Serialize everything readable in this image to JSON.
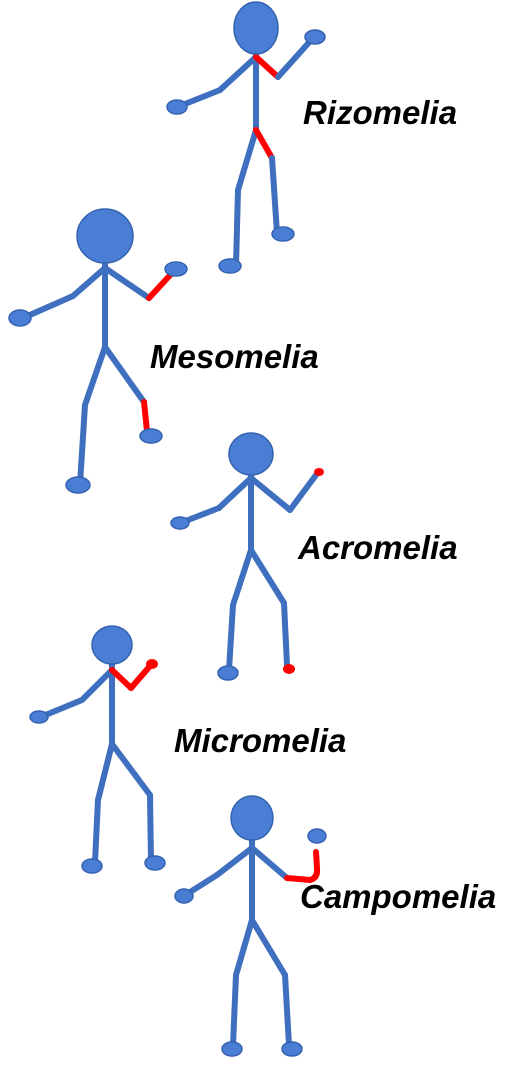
{
  "colors": {
    "figure_fill": "#4a7ed4",
    "figure_outline": "#3563b0",
    "limb": "#3f6fbf",
    "highlight": "#ff0000",
    "text": "#000000"
  },
  "figures": [
    {
      "label": "Rizomelia",
      "affected_segment": "proximal"
    },
    {
      "label": "Mesomelia",
      "affected_segment": "middle"
    },
    {
      "label": "Acromelia",
      "affected_segment": "distal"
    },
    {
      "label": "Micromelia",
      "affected_segment": "whole-limb"
    },
    {
      "label": "Campomelia",
      "affected_segment": "bowed"
    }
  ]
}
